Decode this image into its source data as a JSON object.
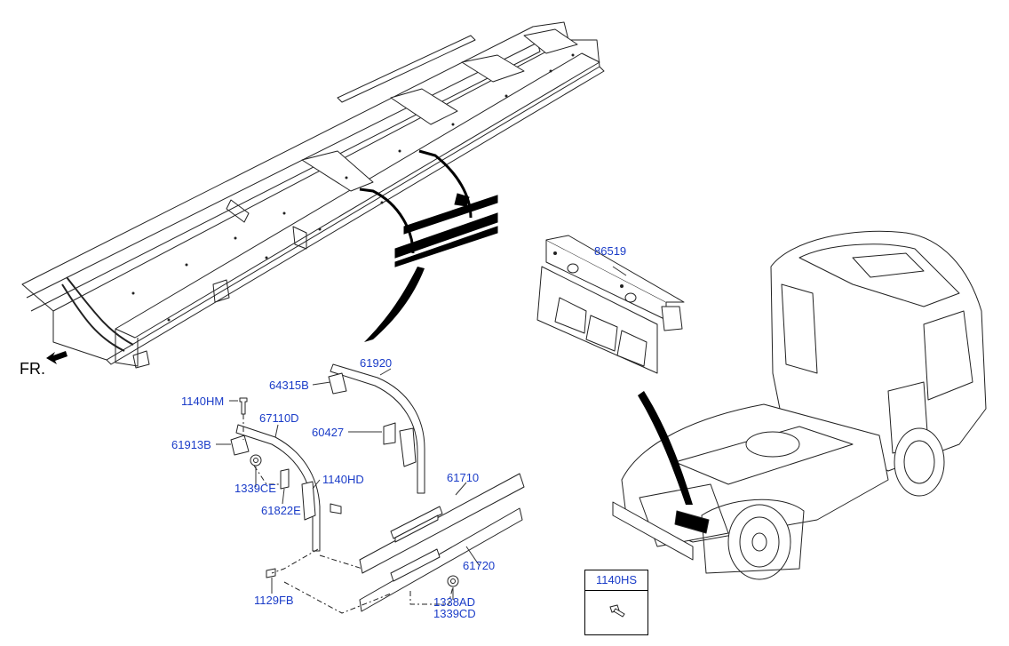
{
  "direction_label": "FR.",
  "parts": {
    "p86519": "86519",
    "p61920": "61920",
    "p64315B": "64315B",
    "p1140HM": "1140HM",
    "p67110D": "67110D",
    "p60427": "60427",
    "p61913B": "61913B",
    "p1339CE": "1339CE",
    "p1140HD": "1140HD",
    "p61822E": "61822E",
    "p61710": "61710",
    "p61720": "61720",
    "p1129FB": "1129FB",
    "p1338AD": "1338AD",
    "p1339CD": "1339CD"
  },
  "inset_box": {
    "label": "1140HS"
  },
  "colors": {
    "callout_text": "#1a3cc8",
    "line_art": "#000000"
  }
}
